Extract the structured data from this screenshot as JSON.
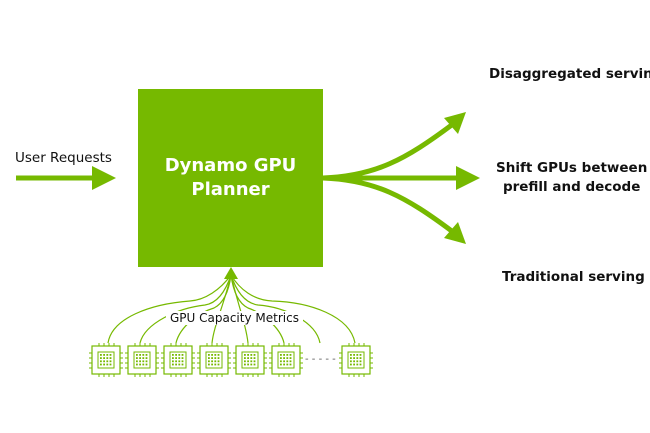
{
  "planner": {
    "title_line1": "Dynamo GPU",
    "title_line2": "Planner"
  },
  "input": {
    "label": "User Requests"
  },
  "outputs": {
    "top": "Disaggregated serving",
    "middle_line1": "Shift GPUs between",
    "middle_line2": "prefill and decode",
    "bottom": "Traditional serving"
  },
  "metrics": {
    "label": "GPU Capacity Metrics",
    "gpu_count_shown": 7,
    "ellipsis": "- - - - -"
  },
  "colors": {
    "accent": "#76b900",
    "text": "#111111",
    "background": "#ffffff"
  },
  "icons": {
    "gpu": "gpu-chip-icon",
    "arrow": "arrow-icon"
  }
}
